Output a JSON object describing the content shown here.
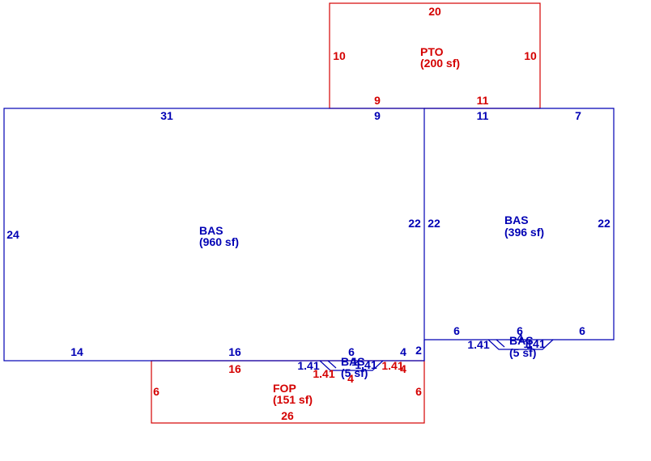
{
  "colors": {
    "bas": "#0000b4",
    "addition": "#d40000",
    "background": "#ffffff"
  },
  "areas": {
    "pto": {
      "code": "PTO",
      "area": "(200 sf)",
      "top": "20",
      "left": "10",
      "right": "10",
      "bottom_a": "9",
      "bottom_b": "11"
    },
    "bas_main": {
      "code": "BAS",
      "area": "(960 sf)",
      "top_a": "31",
      "top_b": "9",
      "left": "24",
      "right": "22",
      "bottom_a": "14",
      "bottom_b": "16",
      "bottom_c": "6",
      "bottom_d": "4",
      "step": "2"
    },
    "bas_east": {
      "code": "BAS",
      "area": "(396 sf)",
      "top_a": "11",
      "top_b": "7",
      "left": "22",
      "right": "22",
      "bottom_a": "6",
      "bottom_b": "6",
      "bottom_c": "6"
    },
    "bay_east": {
      "code": "BAS",
      "area": "(5 sf)",
      "diag_left": "1.41",
      "diag_right": "1.41",
      "top": "4",
      "bottom": "1"
    },
    "bay_main": {
      "code": "BAS",
      "area": "(5 sf)",
      "diag_left": "1.41",
      "diag_right": "1.41",
      "top": "1",
      "bottom": "4"
    },
    "fop": {
      "code": "FOP",
      "area": "(151 sf)",
      "top": "16",
      "left": "6",
      "right": "6",
      "bottom": "26",
      "bottom_mid": "4",
      "diag_left": "1.41",
      "diag_right": "1.41",
      "right_top": "4"
    }
  }
}
